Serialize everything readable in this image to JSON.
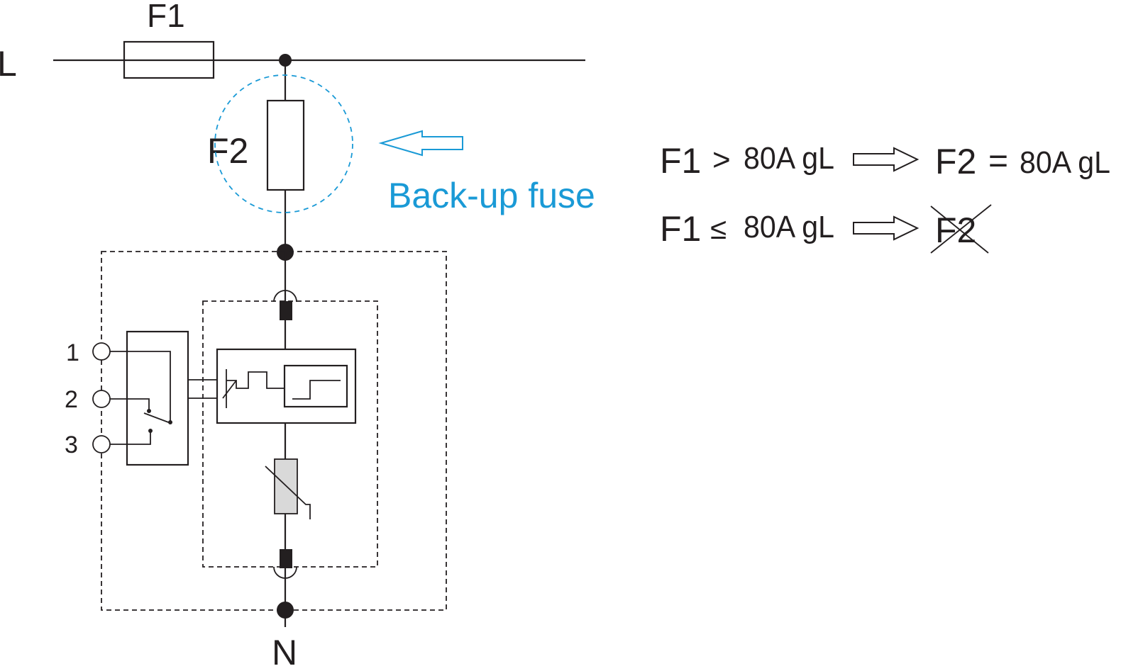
{
  "labels": {
    "line": "L",
    "neutral": "N",
    "f1": "F1",
    "f2": "F2",
    "backup": "Back-up fuse",
    "term1": "1",
    "term2": "2",
    "term3": "3"
  },
  "rules": [
    {
      "left": "F1",
      "op": ">",
      "rating": "80A gL",
      "right": "F2",
      "rop": "=",
      "rrating": "80A gL"
    },
    {
      "left": "F1",
      "op": "≤",
      "rating": "80A gL",
      "right": "F2"
    }
  ],
  "colors": {
    "line": "#231f20",
    "accent": "#1a9ad6",
    "varistor": "#d9d9d9"
  },
  "icons": {
    "backup_arrow": "hollow-left-arrow",
    "implies_arrow": "hollow-right-arrow"
  }
}
